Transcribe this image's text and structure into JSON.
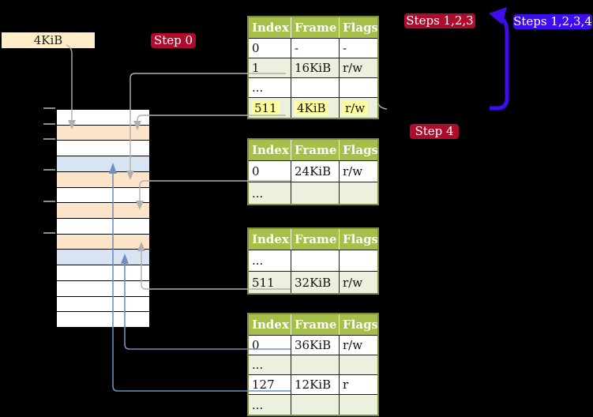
{
  "colors": {
    "background": "#000000",
    "crimson": "#ad0c2c",
    "accent_blue": "#3d0df0",
    "header_green": "#a6bf4b",
    "row_green": "#ebf1dd",
    "olive_border": "#7d8b3f",
    "peach": "#fce4c8",
    "page_blue": "#d8e4f2",
    "cream": "#fdeec9",
    "highlight_yellow": "#ffff9d",
    "gray_line": "#b0b0b0",
    "blue_line": "#6e8fc0"
  },
  "memory_label": {
    "text": "4KiB"
  },
  "badges": {
    "step0": {
      "label": "Step 0"
    },
    "steps_123": {
      "label": "Steps 1,2,3"
    },
    "steps_1234": {
      "label": "Steps 1,2,3,4"
    },
    "step4": {
      "label": "Step 4"
    }
  },
  "memory": {
    "rows": [
      "free",
      "table",
      "free",
      "page",
      "table",
      "free",
      "table",
      "free",
      "table",
      "page",
      "free",
      "free",
      "free",
      "free"
    ]
  },
  "tables": [
    {
      "name": "page-table-level-4",
      "columns": [
        "Index",
        "Frame",
        "Flags"
      ],
      "rows": [
        {
          "cells": [
            "0",
            "-",
            "-"
          ],
          "shaded": false,
          "highlight": false
        },
        {
          "cells": [
            "1",
            "16KiB",
            "r/w"
          ],
          "shaded": true,
          "highlight": false
        },
        {
          "cells": [
            "...",
            "",
            ""
          ],
          "shaded": false,
          "highlight": false
        },
        {
          "cells": [
            "511",
            "4KiB",
            "r/w"
          ],
          "shaded": true,
          "highlight": true
        }
      ]
    },
    {
      "name": "page-table-level-3",
      "columns": [
        "Index",
        "Frame",
        "Flags"
      ],
      "rows": [
        {
          "cells": [
            "0",
            "24KiB",
            "r/w"
          ],
          "shaded": false,
          "highlight": false
        },
        {
          "cells": [
            "...",
            "",
            ""
          ],
          "shaded": true,
          "highlight": false
        }
      ]
    },
    {
      "name": "page-table-level-2",
      "columns": [
        "Index",
        "Frame",
        "Flags"
      ],
      "rows": [
        {
          "cells": [
            "...",
            "",
            ""
          ],
          "shaded": false,
          "highlight": false
        },
        {
          "cells": [
            "511",
            "32KiB",
            "r/w"
          ],
          "shaded": true,
          "highlight": false
        }
      ]
    },
    {
      "name": "page-table-level-1",
      "columns": [
        "Index",
        "Frame",
        "Flags"
      ],
      "rows": [
        {
          "cells": [
            "0",
            "36KiB",
            "r/w"
          ],
          "shaded": false,
          "highlight": false
        },
        {
          "cells": [
            "...",
            "",
            ""
          ],
          "shaded": true,
          "highlight": false
        },
        {
          "cells": [
            "127",
            "12KiB",
            "r"
          ],
          "shaded": false,
          "highlight": false
        },
        {
          "cells": [
            "...",
            "",
            ""
          ],
          "shaded": true,
          "highlight": false
        }
      ]
    }
  ]
}
